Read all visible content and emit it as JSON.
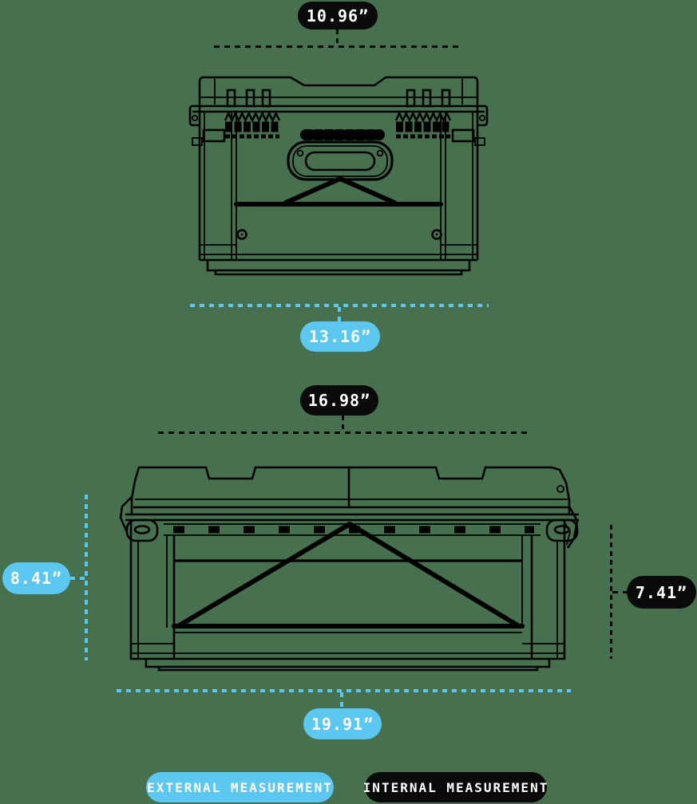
{
  "colors": {
    "external_blue": "#5CC8F2",
    "internal_black": "#0A0A0A",
    "background": "#47704F",
    "line_black": "#000000",
    "text_white": "#FFFFFF"
  },
  "measurements": {
    "front_top_width": {
      "value": "10.96”",
      "type": "internal"
    },
    "front_bottom_width": {
      "value": "13.16”",
      "type": "external"
    },
    "side_top_width": {
      "value": "16.98”",
      "type": "internal"
    },
    "side_left_height": {
      "value": "8.41”",
      "type": "external"
    },
    "side_right_height": {
      "value": "7.41”",
      "type": "internal"
    },
    "side_bottom_width": {
      "value": "19.91”",
      "type": "external"
    }
  },
  "legend": {
    "external_label": "EXTERNAL MEASUREMENT",
    "internal_label": "INTERNAL MEASUREMENT"
  }
}
